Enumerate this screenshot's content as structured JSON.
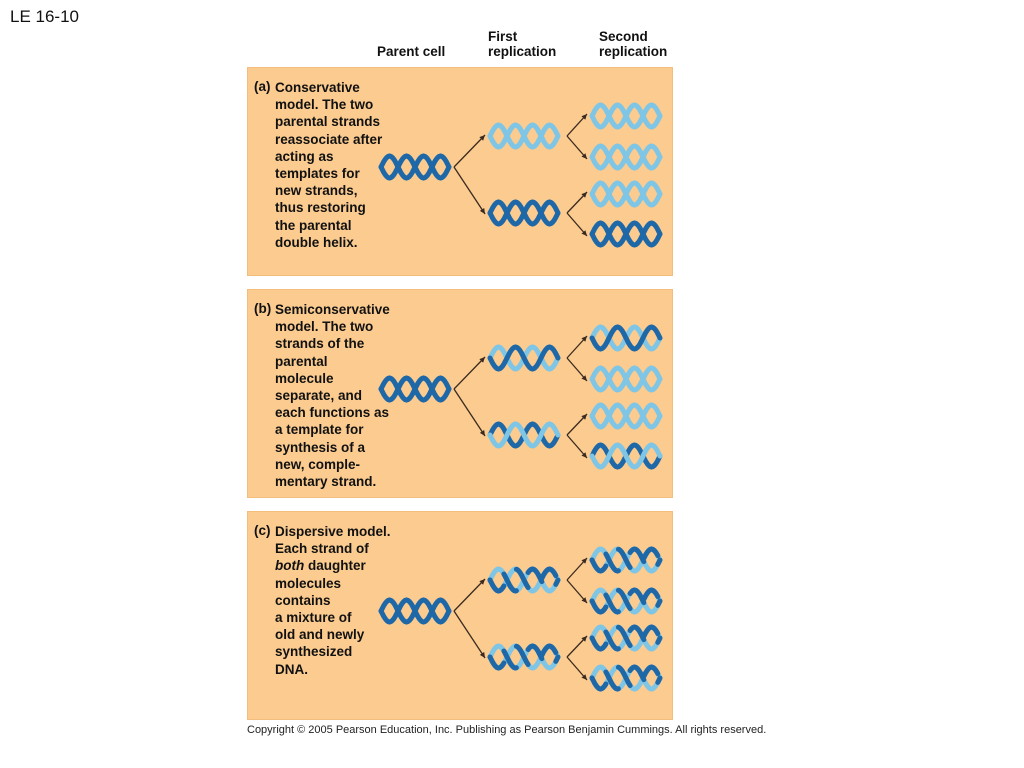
{
  "slide_label": "LE 16-10",
  "headers": {
    "parent": "Parent cell",
    "first": [
      "First",
      "replication"
    ],
    "second": [
      "Second",
      "replication"
    ]
  },
  "colors": {
    "panel_bg": "#fbcb8f",
    "old_strand": "#1f68a8",
    "new_strand": "#7fc6e6",
    "arrow": "#3a2a20"
  },
  "panels": [
    {
      "letter": "(a)",
      "text_lines": [
        "Conservative",
        "model. The two",
        "parental strands",
        "reassociate after",
        "acting as",
        "templates for",
        "new strands,",
        "thus restoring",
        "the parental",
        "double helix."
      ]
    },
    {
      "letter": "(b)",
      "text_lines": [
        "Semiconservative",
        "model. The two",
        "strands of the",
        "parental",
        "molecule",
        "separate, and",
        "each functions as",
        "a template for",
        "synthesis of a",
        "new, comple-",
        "mentary strand."
      ]
    },
    {
      "letter": "(c)",
      "text_lines": [
        "Dispersive model.",
        "Each strand of",
        [
          "both",
          " daughter"
        ],
        "molecules",
        "contains",
        "a mixture of",
        "old and newly",
        "synthesized",
        "DNA."
      ]
    }
  ],
  "copyright": "Copyright © 2005 Pearson Education, Inc. Publishing as Pearson Benjamin Cummings. All rights reserved."
}
